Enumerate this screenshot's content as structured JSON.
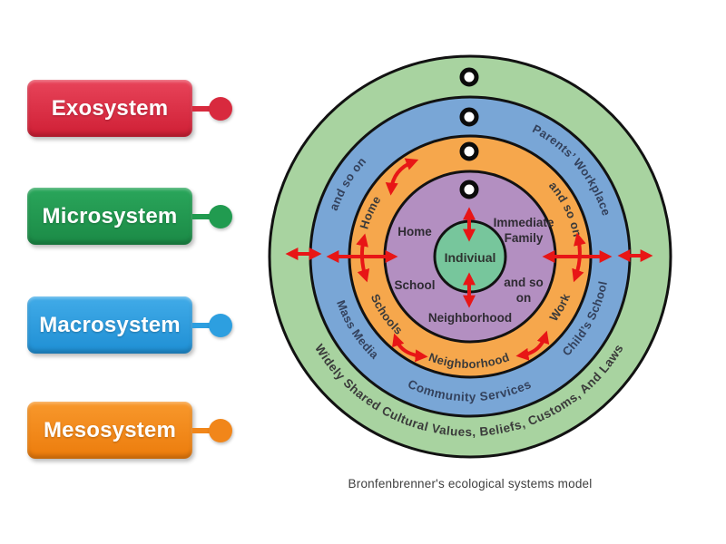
{
  "activity": {
    "caption": "Bronfenbrenner's ecological systems model"
  },
  "labels": [
    {
      "text": "Exosystem",
      "color": "#d82a3e"
    },
    {
      "text": "Microsystem",
      "color": "#219b50"
    },
    {
      "text": "Macrosystem",
      "color": "#2d9fe0"
    },
    {
      "text": "Mesosystem",
      "color": "#f1861a"
    }
  ],
  "diagram": {
    "center_label": "Indiviual",
    "outer_ring": {
      "label": "Widely Shared Cultural Values, Beliefs, Customs, And Laws",
      "color": "#a8d3a0"
    },
    "exo_ring": {
      "color": "#79a6d6",
      "and_so_on": "and so on",
      "parents_workplace": "Parents’ Workplace",
      "mass_media": "Mass Media",
      "community_services": "Community Services",
      "childs_school": "Child’s School"
    },
    "meso_ring": {
      "color": "#f6a74c",
      "home": "Home",
      "and_so_on": "and so on",
      "schools": "Schools",
      "neighborhood": "Neighborhood",
      "work": "Work"
    },
    "micro_ring": {
      "color": "#b38fc1",
      "home": "Home",
      "immediate_line1": "Immediate",
      "immediate_line2": "Family",
      "school": "School",
      "and_so_line1": "and so",
      "and_so_line2": "on",
      "neighborhood": "Neighborhood"
    },
    "center_color": "#77c69c",
    "arrow_color": "#e81616",
    "answer_slots": 4
  }
}
